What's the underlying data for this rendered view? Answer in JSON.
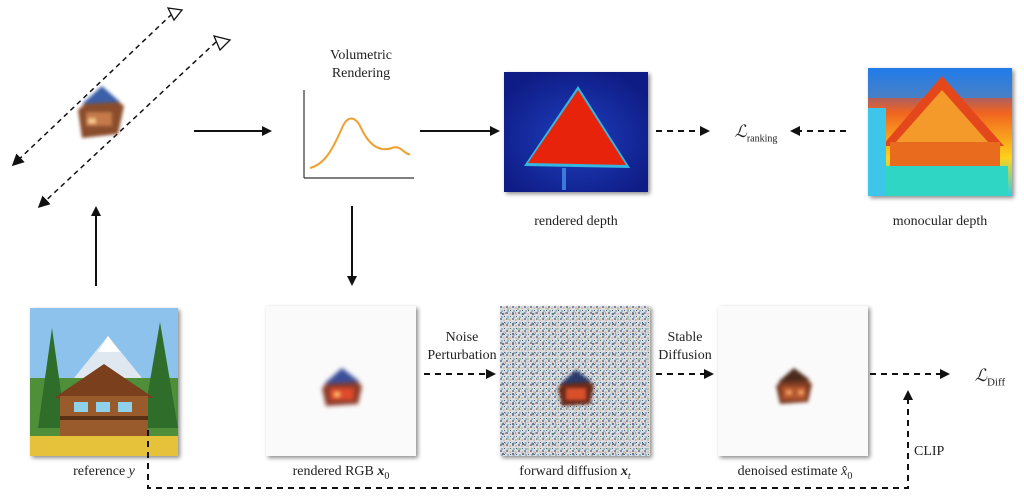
{
  "volumetric": {
    "line1": "Volumetric",
    "line2": "Rendering"
  },
  "labels": {
    "rendered_depth": "rendered depth",
    "monocular_depth": "monocular depth",
    "reference": "reference",
    "reference_var": "y",
    "rendered_rgb": "rendered RGB",
    "rendered_rgb_var": "x",
    "rendered_rgb_sub": "0",
    "forward_diffusion": "forward diffusion",
    "forward_var": "x",
    "forward_sub": "t",
    "denoised": "denoised estimate",
    "denoised_var": "x̂",
    "denoised_sub": "0"
  },
  "edges": {
    "noise_line1": "Noise",
    "noise_line2": "Perturbation",
    "stable_line1": "Stable",
    "stable_line2": "Diffusion",
    "clip": "CLIP"
  },
  "losses": {
    "ranking_symbol": "ℒ",
    "ranking_sub": "ranking",
    "diff_symbol": "ℒ",
    "diff_sub": "Diff"
  },
  "colors": {
    "depth_blue": "#14249a",
    "depth_red": "#e8230c",
    "curve_orange": "#f0a030"
  }
}
